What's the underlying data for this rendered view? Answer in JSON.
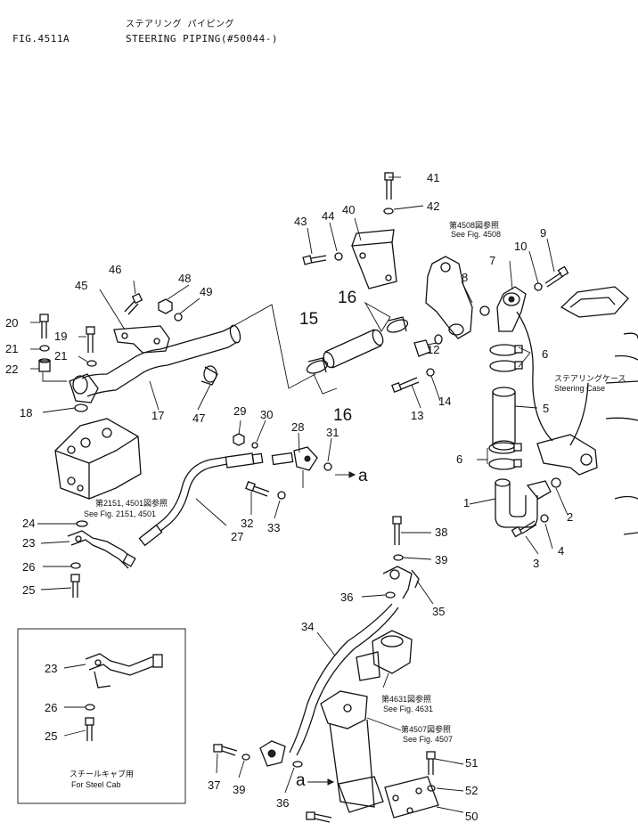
{
  "header": {
    "fig_id": "FIG.4511A",
    "title_jp": "ステアリング パイピング",
    "title_en": "STEERING PIPING(#50044-)"
  },
  "callouts": [
    "1",
    "2",
    "3",
    "4",
    "5",
    "6",
    "7",
    "8",
    "9",
    "10",
    "12",
    "13",
    "14",
    "15",
    "16",
    "17",
    "18",
    "19",
    "20",
    "21",
    "22",
    "23",
    "24",
    "25",
    "26",
    "27",
    "28",
    "29",
    "30",
    "31",
    "32",
    "33",
    "34",
    "35",
    "36",
    "37",
    "38",
    "39",
    "40",
    "41",
    "42",
    "43",
    "44",
    "45",
    "46",
    "47",
    "48",
    "49",
    "50",
    "51",
    "52"
  ],
  "connector_label": "a",
  "refs": {
    "fig4508_jp": "第4508図参照",
    "fig4508_en": "See Fig. 4508",
    "steering_case_jp": "ステアリングケース",
    "steering_case_en": "Steering Case",
    "fig2151_jp": "第2151, 4501図参照",
    "fig2151_en": "See Fig. 2151, 4501",
    "fig4631_jp": "第4631図参照",
    "fig4631_en": "See Fig. 4631",
    "fig4507_jp": "第4507図参照",
    "fig4507_en": "See Fig. 4507"
  },
  "inset": {
    "caption_jp": "スチールキャブ用",
    "caption_en": "For Steel Cab"
  }
}
